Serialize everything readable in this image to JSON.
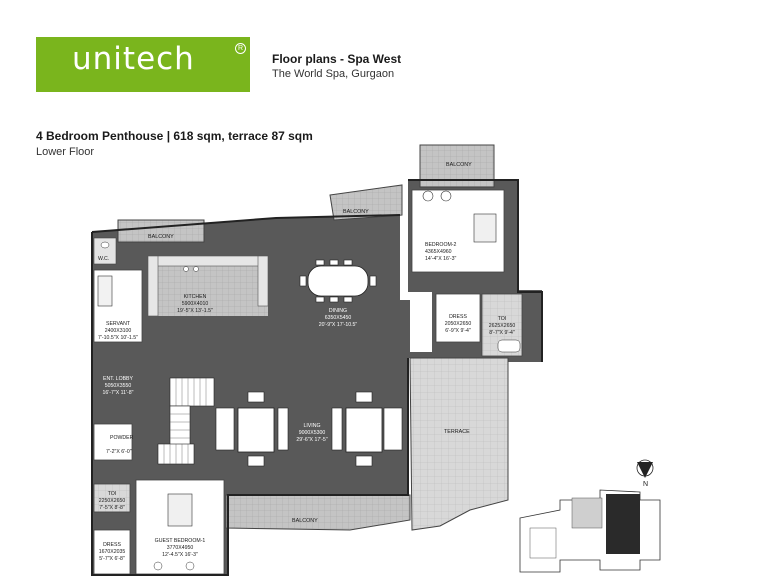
{
  "brand": {
    "logo_text": "unitech",
    "registered": "R"
  },
  "header": {
    "title": "Floor plans - Spa West",
    "subtitle": "The World Spa, Gurgaon"
  },
  "plan": {
    "title": "4 Bedroom Penthouse | 618 sqm, terrace 87 sqm",
    "subtitle": "Lower Floor"
  },
  "rooms": {
    "balcony_top_right": "BALCONY",
    "balcony_mid": "BALCONY",
    "balcony_top_left": "BALCONY",
    "balcony_bottom": "BALCONY",
    "wc": "W.C.",
    "kitchen": {
      "name": "KITCHEN",
      "metric": "5900X4010",
      "imperial": "19'-5\"X 13'-1.5\""
    },
    "servant": {
      "name": "SERVANT",
      "metric": "2400X3100",
      "imperial": "7'-10.5\"X 10'-1.5\""
    },
    "dining": {
      "name": "DINING",
      "metric": "6350X5450",
      "imperial": "20'-9\"X 17'-10.5\""
    },
    "bedroom2": {
      "name": "BEDROOM-2",
      "metric": "4365X4960",
      "imperial": "14'-4\"X 16'-3\""
    },
    "dress_top": {
      "name": "DRESS",
      "metric": "2050X2650",
      "imperial": "6'-9\"X 9'-4\""
    },
    "toilet_top": {
      "name": "TOI",
      "metric": "2625X2650",
      "imperial": "8'-7\"X 9'-4\""
    },
    "ent_lobby": {
      "name": "ENT. LOBBY",
      "metric": "5050X3550",
      "imperial": "16'-7\"X 11'-8\""
    },
    "powder": {
      "name": "POWDER",
      "metric": "",
      "imperial": "7'-2\"X 6'-0\""
    },
    "living": {
      "name": "LIVING",
      "metric": "9000X5300",
      "imperial": "29'-6\"X 17'-5\""
    },
    "terrace": "TERRACE",
    "toilet_bottom": {
      "name": "TOI",
      "metric": "2250X2650",
      "imperial": "7'-5\"X 8'-8\""
    },
    "dress_bottom": {
      "name": "DRESS",
      "metric": "1670X2035",
      "imperial": "5'-7\"X 6'-8\""
    },
    "guest_bedroom": {
      "name": "GUEST BEDROOM-1",
      "metric": "3770X4950",
      "imperial": "12'-4.5\"X 16'-3\""
    }
  },
  "compass": {
    "label": "N"
  },
  "colors": {
    "brand_green": "#7ab51d",
    "wall_dark": "#565656",
    "floor_gray": "#a9a9a9",
    "tile_gray": "#c9c9c9"
  }
}
